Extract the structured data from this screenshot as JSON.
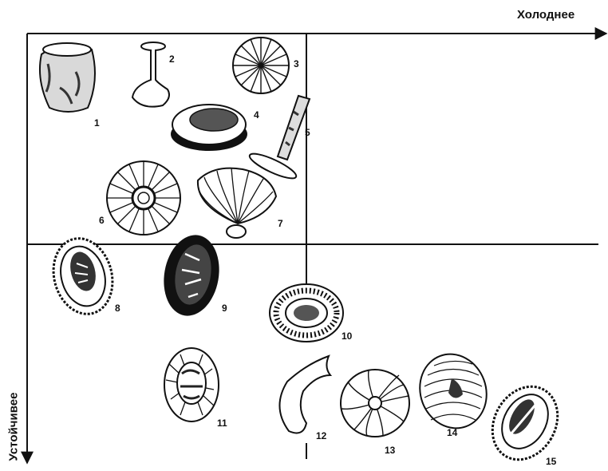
{
  "axes": {
    "x_label": "Холоднее",
    "y_label": "Устойчивее"
  },
  "figures": [
    {
      "label": "1",
      "shape": "cylinder-cup"
    },
    {
      "label": "2",
      "shape": "stalked-goblet"
    },
    {
      "label": "3",
      "shape": "radial-disc"
    },
    {
      "label": "4",
      "shape": "ring-with-pores"
    },
    {
      "label": "5",
      "shape": "cylindrical-stalk"
    },
    {
      "label": "6",
      "shape": "radial-ring-disc"
    },
    {
      "label": "7",
      "shape": "fan-shell"
    },
    {
      "label": "8",
      "shape": "oval-beaded-rim"
    },
    {
      "label": "9",
      "shape": "dark-oval"
    },
    {
      "label": "10",
      "shape": "oval-beaded-rim"
    },
    {
      "label": "11",
      "shape": "oval-ribbed"
    },
    {
      "label": "12",
      "shape": "hook-loop"
    },
    {
      "label": "13",
      "shape": "spiral-disc"
    },
    {
      "label": "14",
      "shape": "oval-ribbed"
    },
    {
      "label": "15",
      "shape": "oval-ribbed-split"
    }
  ]
}
